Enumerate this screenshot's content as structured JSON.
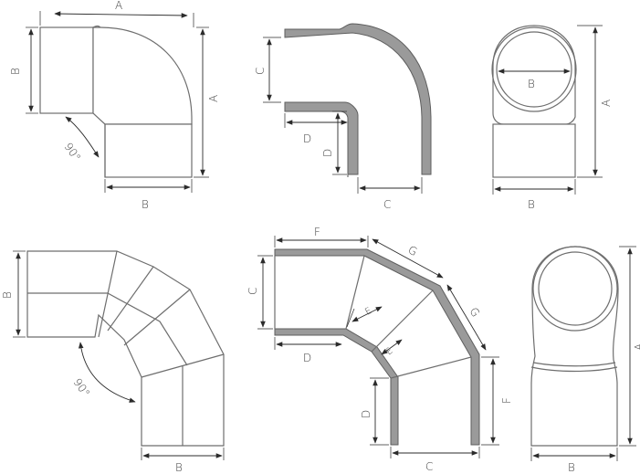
{
  "labels": {
    "A": "A",
    "B": "B",
    "C": "C",
    "D": "D",
    "E": "E",
    "F": "F",
    "G": "G",
    "angle": "90°"
  },
  "colors": {
    "outline": "#6e6e6e",
    "wall": "#9a9a9a",
    "dimension": "#2b2b2b"
  }
}
